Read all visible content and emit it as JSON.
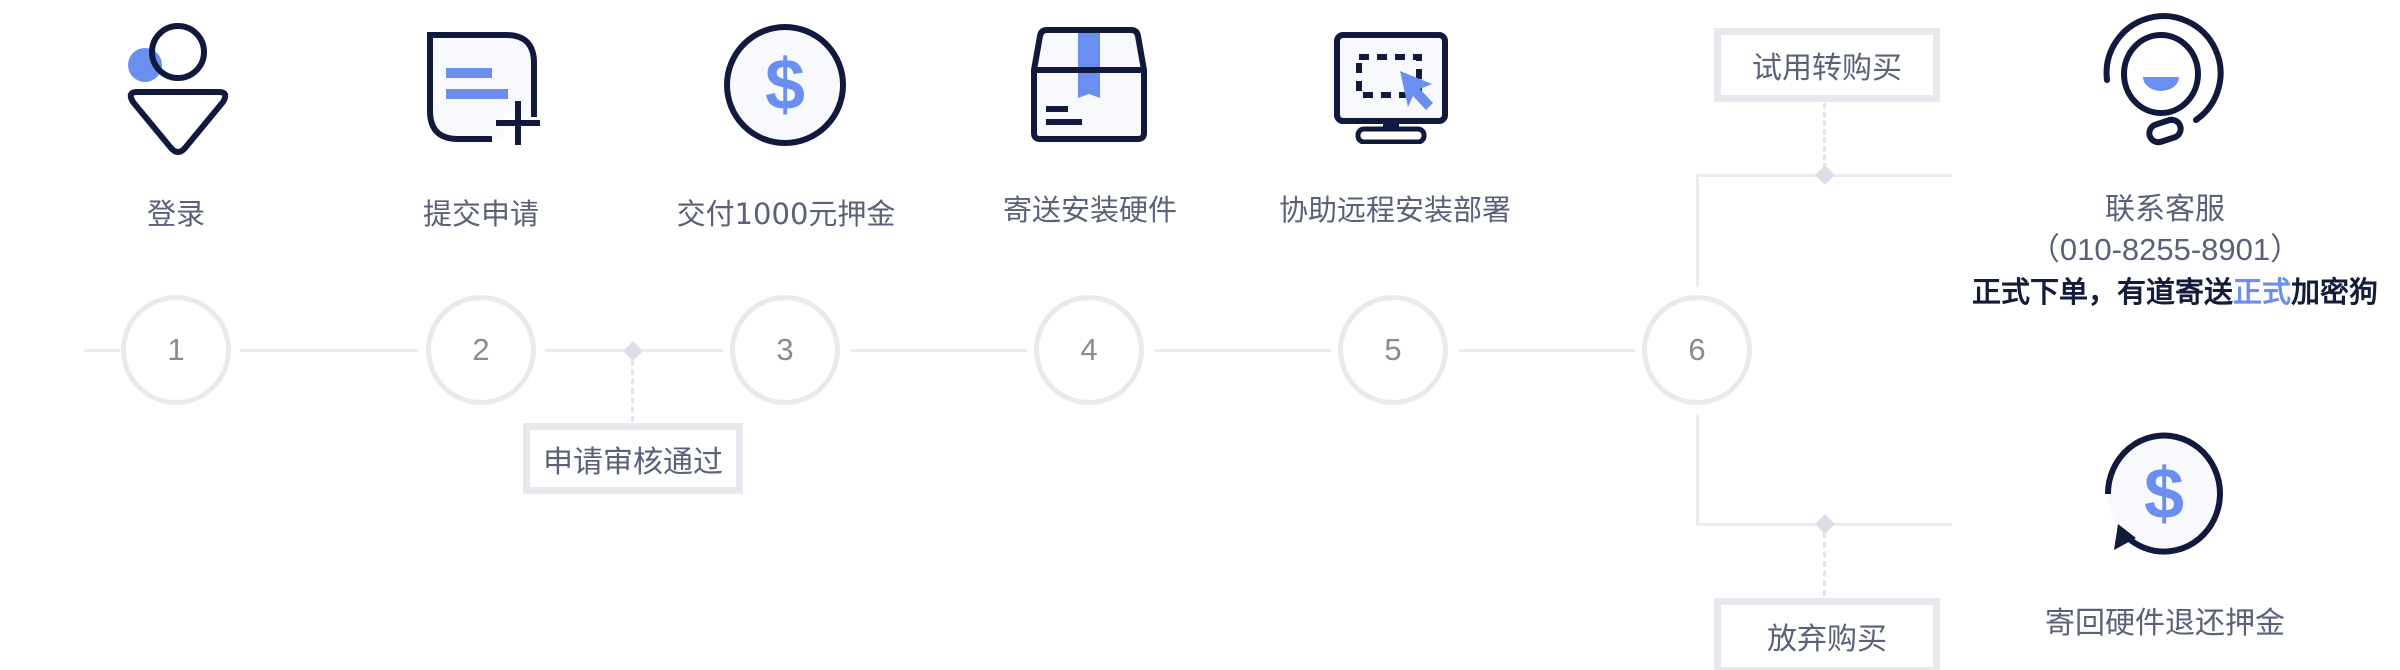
{
  "colors": {
    "icon_stroke": "#111a3c",
    "icon_accent": "#6b8ff0",
    "icon_fill": "#f7f9fd",
    "label_text": "#5a6178",
    "circle_border": "#e9e9ee",
    "connector": "#ececf0",
    "highlight": "#6b8ff0"
  },
  "steps": [
    {
      "number": "1",
      "label": "登录",
      "icon": "user-icon"
    },
    {
      "number": "2",
      "label": "提交申请",
      "icon": "document-add-icon"
    },
    {
      "number": "3",
      "label": "交付1000元押金",
      "icon": "dollar-coin-icon"
    },
    {
      "number": "4",
      "label": "寄送安装硬件",
      "icon": "package-box-icon"
    },
    {
      "number": "5",
      "label": "协助远程安装部署",
      "icon": "monitor-cursor-icon"
    },
    {
      "number": "6",
      "label": "",
      "icon": ""
    }
  ],
  "milestones": {
    "review_passed": "申请审核通过",
    "convert_to_purchase": "试用转购买",
    "abandon_purchase": "放弃购买"
  },
  "branches": {
    "purchase": {
      "icon": "headset-icon",
      "title": "联系客服",
      "phone": "（010-8255-8901）",
      "note_part1": "正式下单，有道寄送",
      "note_highlight": "正式",
      "note_part2": "加密狗"
    },
    "abandon": {
      "icon": "refund-dollar-icon",
      "title": "寄回硬件退还押金"
    }
  }
}
